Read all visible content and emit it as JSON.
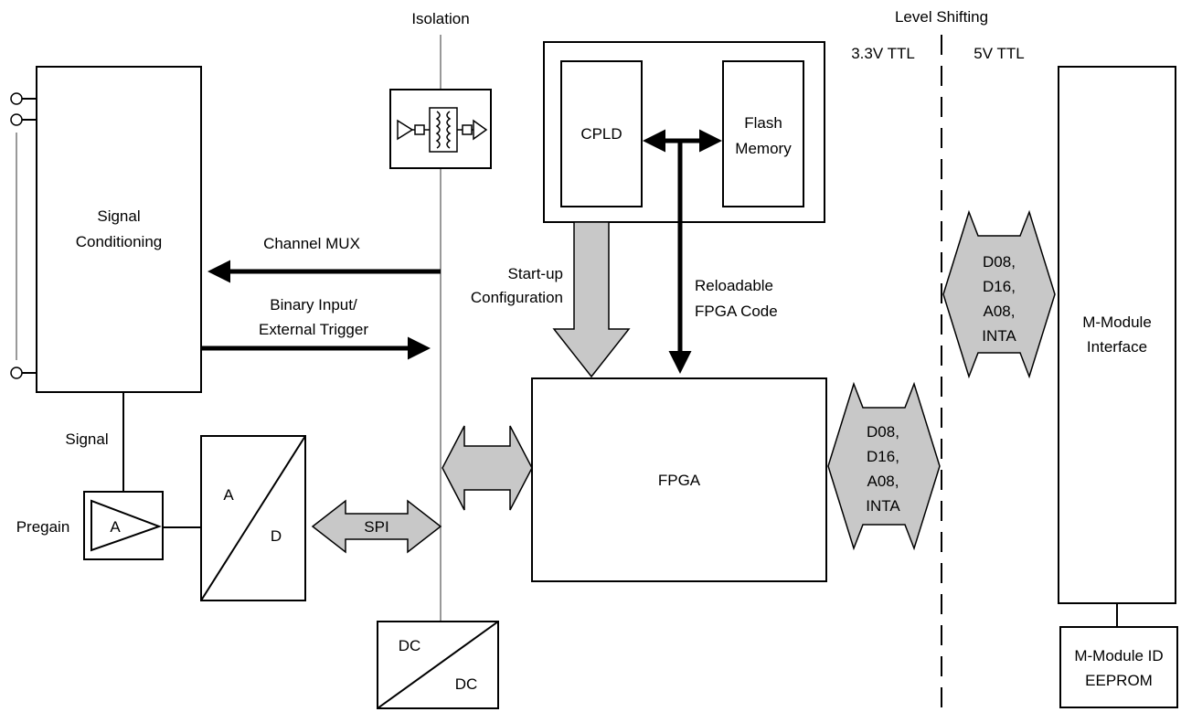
{
  "labels": {
    "isolation": "Isolation",
    "level_shifting": "Level Shifting",
    "ttl_33": "3.3V TTL",
    "ttl_5": "5V TTL",
    "signal_conditioning": [
      "Signal",
      "Conditioning"
    ],
    "channel_mux": "Channel MUX",
    "binary_input": [
      "Binary Input/",
      "External Trigger"
    ],
    "signal": "Signal",
    "pregain": "Pregain",
    "amp_label": "A",
    "adc_a": "A",
    "adc_d": "D",
    "spi": "SPI",
    "cpld": "CPLD",
    "flash_memory": [
      "Flash",
      "Memory"
    ],
    "startup_config": [
      "Start-up",
      "Configuration"
    ],
    "reloadable_code": [
      "Reloadable",
      "FPGA Code"
    ],
    "fpga": "FPGA",
    "bus_signals": [
      "D08,",
      "D16,",
      "A08,",
      "INTA"
    ],
    "mmodule_interface": [
      "M-Module",
      "Interface"
    ],
    "mmodule_id": [
      "M-Module ID",
      "EEPROM"
    ],
    "dc_top": "DC",
    "dc_bottom": "DC"
  },
  "colors": {
    "arrow_fill": "#c8c8c8",
    "line": "#000000",
    "isolation_line": "#999999"
  }
}
